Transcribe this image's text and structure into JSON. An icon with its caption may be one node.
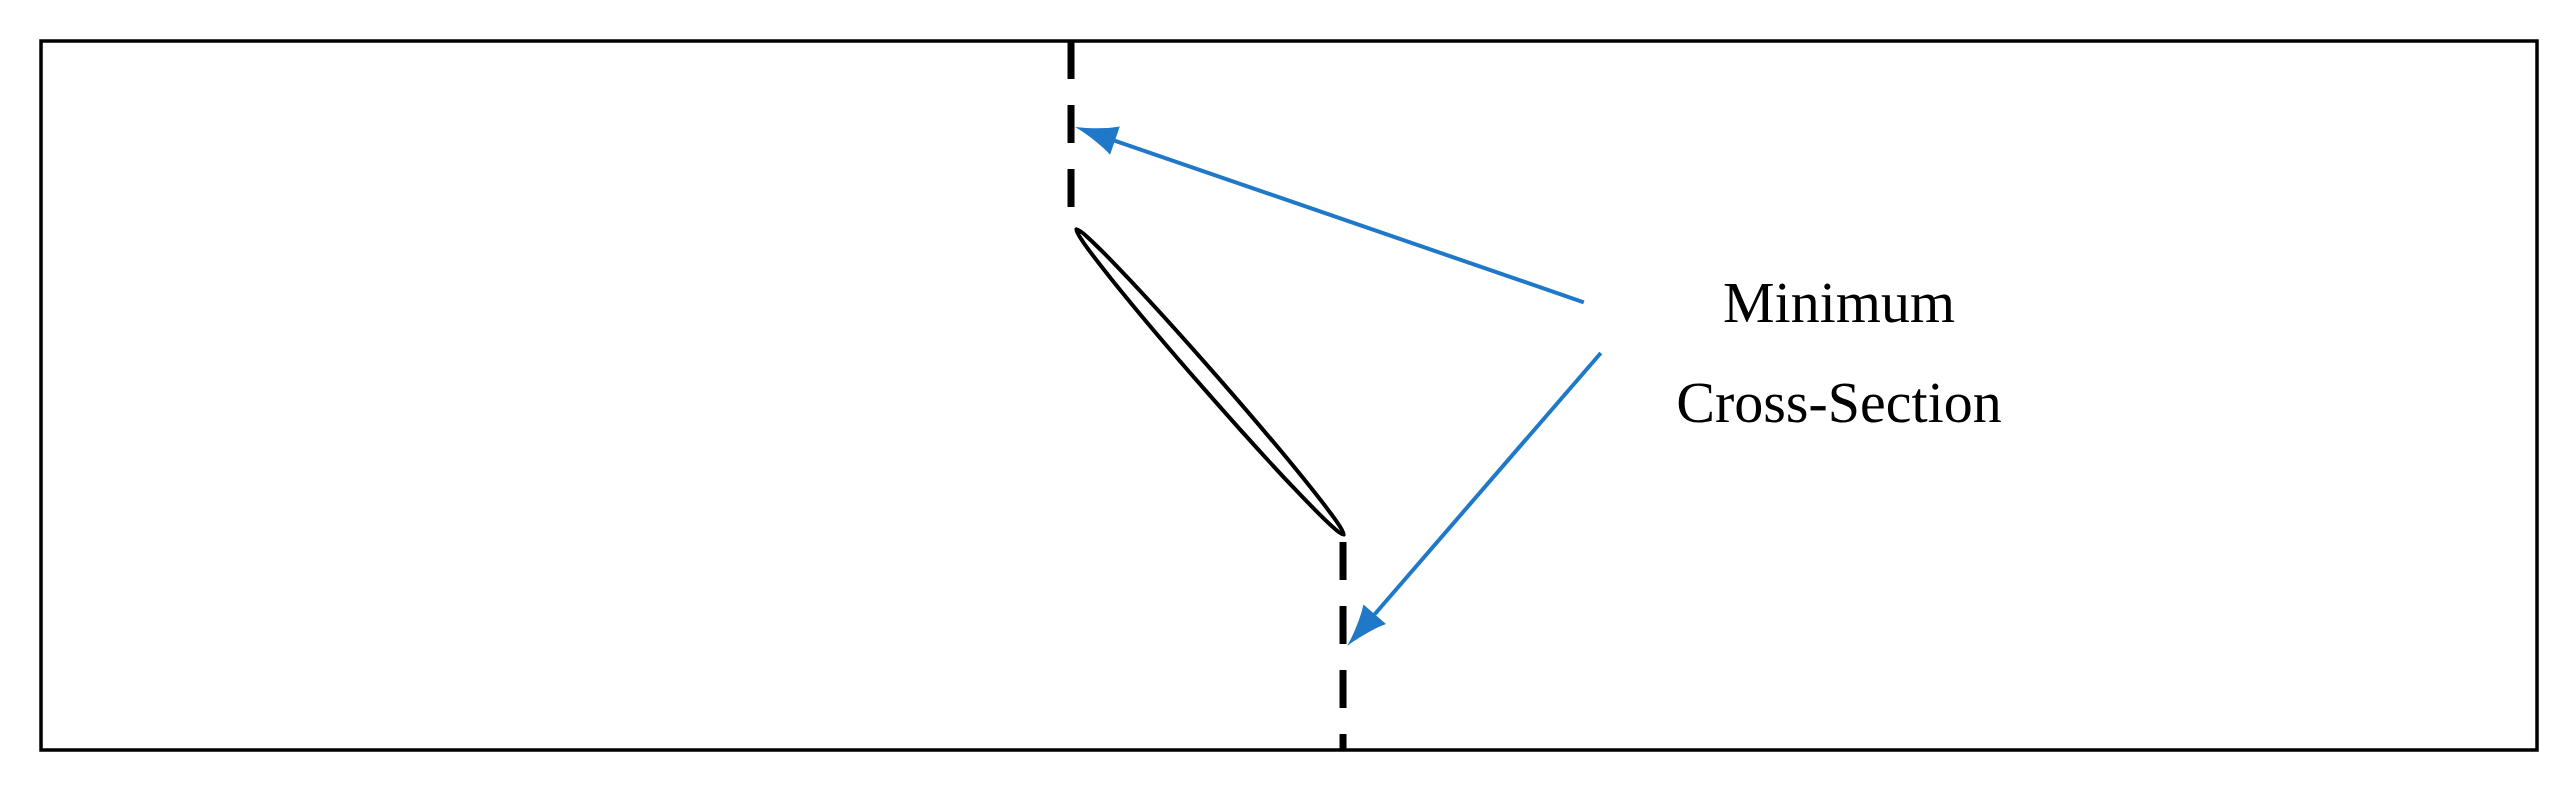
{
  "diagram": {
    "nodes": [
      {
        "text": [
          "Minimum Cross-Section"
        ]
      },
      {
        "text": [],
        "shape": "line"
      },
      {
        "text": [],
        "shape": "line"
      }
    ],
    "edges": [
      {
        "from": 0,
        "to": 1,
        "arrow": "to"
      },
      {
        "from": 0,
        "to": 2,
        "arrow": "to"
      }
    ]
  }
}
